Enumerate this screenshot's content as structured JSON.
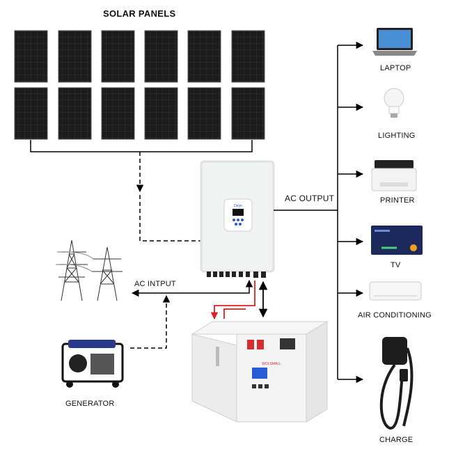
{
  "title": "SOLAR PANELS",
  "labels": {
    "ac_output": "AC OUTPUT",
    "ac_input": "AC  INTPUT",
    "generator": "GENERATOR",
    "inverter_logo": "Deye",
    "battery_brand": "WOLSMALL"
  },
  "loads": [
    {
      "label": "LAPTOP",
      "icon": "laptop-icon"
    },
    {
      "label": "LIGHTING",
      "icon": "light-bulb-icon"
    },
    {
      "label": "PRINTER",
      "icon": "printer-icon"
    },
    {
      "label": "TV",
      "icon": "tv-icon"
    },
    {
      "label": "AIR CONDITIONING",
      "icon": "air-conditioner-icon"
    },
    {
      "label": "CHARGE",
      "icon": "ev-charger-icon"
    }
  ],
  "colors": {
    "panel": "#1a1a1a",
    "line": "#000000",
    "battery_link": "#e02020",
    "screen": "#2a5bd7"
  }
}
